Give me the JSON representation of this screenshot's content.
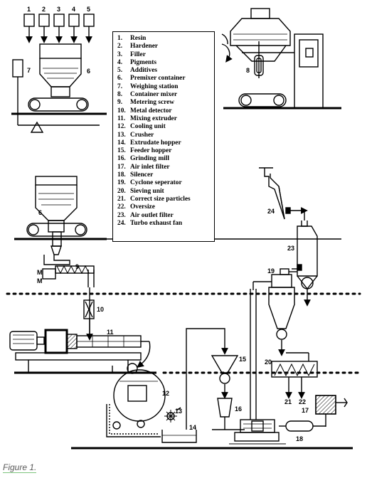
{
  "legend": [
    {
      "num": "1.",
      "text": "Resin"
    },
    {
      "num": "2.",
      "text": "Hardener"
    },
    {
      "num": "3.",
      "text": "Filler"
    },
    {
      "num": "4.",
      "text": "Pigments"
    },
    {
      "num": "5.",
      "text": "Additives"
    },
    {
      "num": "6.",
      "text": "Premixer container"
    },
    {
      "num": "7.",
      "text": "Weighing  station"
    },
    {
      "num": "8.",
      "text": "Container  mixer"
    },
    {
      "num": "9.",
      "text": "Metering screw"
    },
    {
      "num": "10.",
      "text": "Metal detector"
    },
    {
      "num": "11.",
      "text": "Mixing extruder"
    },
    {
      "num": "12.",
      "text": "Cooling unit"
    },
    {
      "num": "13.",
      "text": "Crusher"
    },
    {
      "num": "14.",
      "text": "Extrudate hopper"
    },
    {
      "num": "15.",
      "text": "Feeder hopper"
    },
    {
      "num": "16.",
      "text": "Grinding mill"
    },
    {
      "num": "17.",
      "text": "Air inlet filter"
    },
    {
      "num": "18.",
      "text": "Silencer"
    },
    {
      "num": "19.",
      "text": "Cyclone seperator"
    },
    {
      "num": "20.",
      "text": "Sieving unit"
    },
    {
      "num": "21.",
      "text": "Correct size particles"
    },
    {
      "num": "22.",
      "text": "Oversize"
    },
    {
      "num": "23.",
      "text": "Air outlet filter"
    },
    {
      "num": "24.",
      "text": "Turbo exhaust fan"
    }
  ],
  "labels": {
    "n1": "1",
    "n2": "2",
    "n3": "3",
    "n4": "4",
    "n5": "5",
    "n6a": "6",
    "n6b": "6",
    "n7": "7",
    "n8": "8",
    "n9": "9",
    "m1": "M",
    "m2": "M",
    "n10": "10",
    "n11": "11",
    "n12": "12",
    "n13": "13",
    "n14": "14",
    "n15": "15",
    "n16": "16",
    "n17": "17",
    "n18": "18",
    "n19": "19",
    "n20": "20",
    "n21": "21",
    "n22": "22",
    "n23": "23",
    "n24": "24"
  },
  "caption": "Figure 1."
}
